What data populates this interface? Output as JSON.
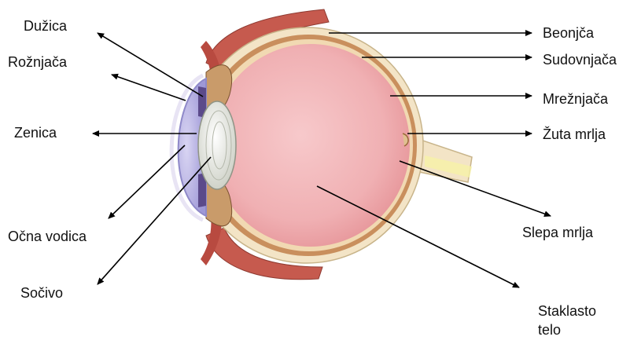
{
  "labels": {
    "iris": "Dužica",
    "cornea": "Rožnjača",
    "pupil": "Zenica",
    "aqueous_humor": "Očna vodica",
    "lens": "Sočivo",
    "sclera": "Beonjča",
    "choroid": "Sudovnjača",
    "retina": "Mrežnjača",
    "macula": "Žuta mrlja",
    "blind_spot": "Slepa mrlja",
    "vitreous_line1": "Staklasto",
    "vitreous_line2": "telo"
  },
  "colors": {
    "vitreous": "#f2b7b9",
    "sclera": "#f3e4c6",
    "choroid": "#c98f5d",
    "cornea": "#b8b3e4",
    "muscle": "#c65a4e",
    "arrow": "#000000"
  }
}
